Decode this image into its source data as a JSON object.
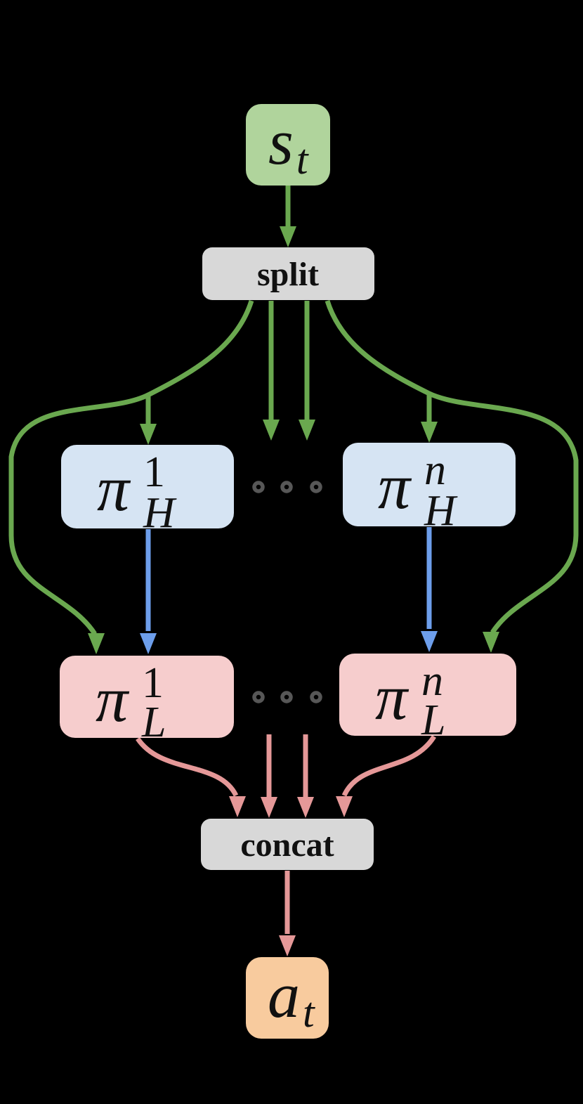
{
  "figure": {
    "background": "#000000",
    "colors": {
      "green": "#6aa84f",
      "blue": "#6d9eeb",
      "pink": "#e59898",
      "dot": "#575757",
      "text": "#111111",
      "box_gray": "#d8d8d8",
      "box_green": "#b0d49c",
      "box_blue": "#d6e4f3",
      "box_pink": "#f6cdcd",
      "box_orange": "#f8cb9e"
    },
    "nodes": {
      "state": {
        "base": "s",
        "sub": "t",
        "fill": "#b0d49c"
      },
      "split": {
        "label": "split",
        "fill": "#d8d8d8"
      },
      "pi_h_1": {
        "base": "π",
        "sup": "1",
        "sub": "H",
        "fill": "#d6e4f3"
      },
      "pi_h_n": {
        "base": "π",
        "sup": "n",
        "sub": "H",
        "fill": "#d6e4f3"
      },
      "pi_l_1": {
        "base": "π",
        "sup": "1",
        "sub": "L",
        "fill": "#f6cdcd"
      },
      "pi_l_n": {
        "base": "π",
        "sup": "n",
        "sub": "L",
        "fill": "#f6cdcd"
      },
      "concat": {
        "label": "concat",
        "fill": "#d8d8d8"
      },
      "action": {
        "base": "a",
        "sub": "t",
        "fill": "#f8cb9e"
      }
    }
  }
}
